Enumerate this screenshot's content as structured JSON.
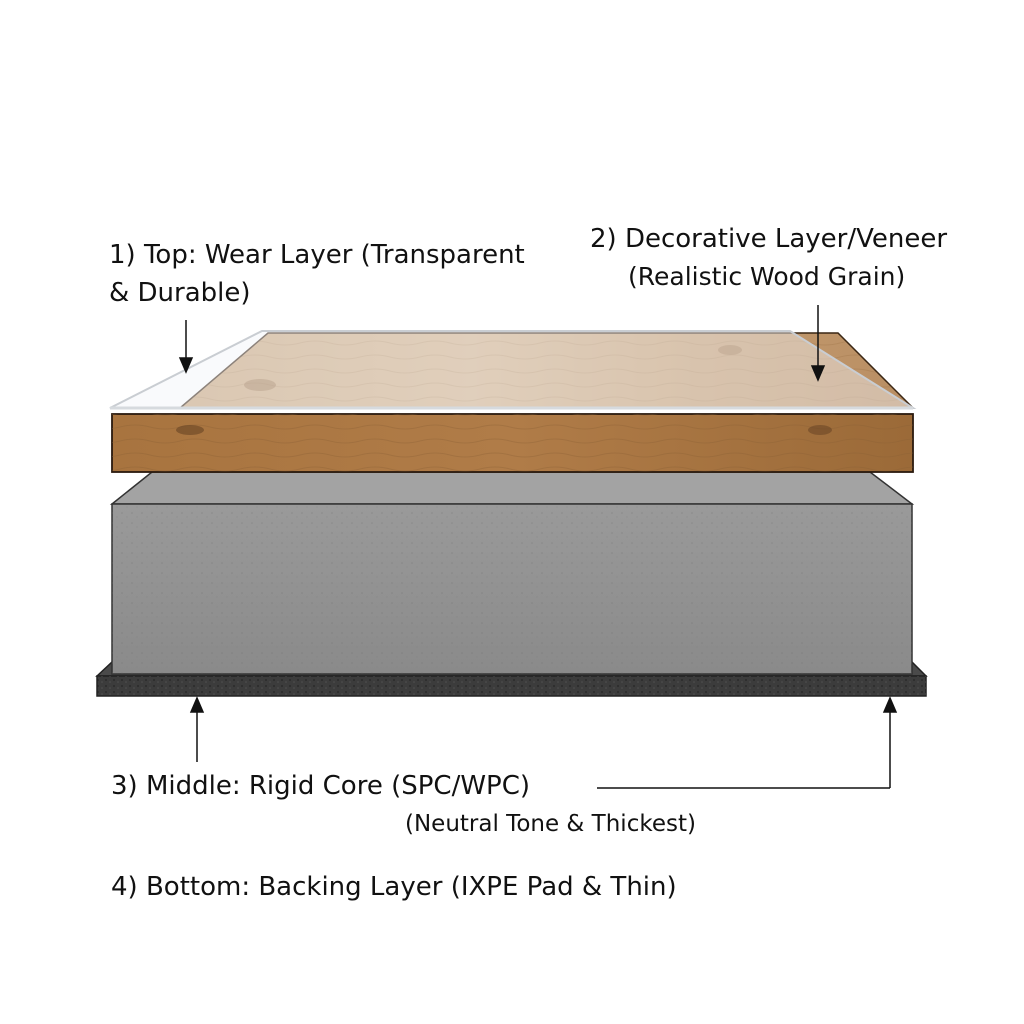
{
  "labels": {
    "wear_line1": "1) Top: Wear Layer (Transparent",
    "wear_line2": "& Durable)",
    "decor_line1": "2) Decorative Layer/Veneer",
    "decor_line2": "(Realistic Wood Grain)",
    "core_line1": "3) Middle: Rigid Core (SPC/WPC)",
    "core_line2": "(Neutral Tone & Thickest)",
    "backing": "4) Bottom: Backing Layer (IXPE Pad & Thin)"
  },
  "colors": {
    "wood_light": "#c9a57c",
    "wood_dark": "#9a6b3c",
    "core_gray": "#8f8f8f",
    "core_top": "#9c9c9c",
    "backing_dark": "#3c3c3c",
    "wear_film": "#f3f5f7",
    "stroke": "#222222"
  }
}
